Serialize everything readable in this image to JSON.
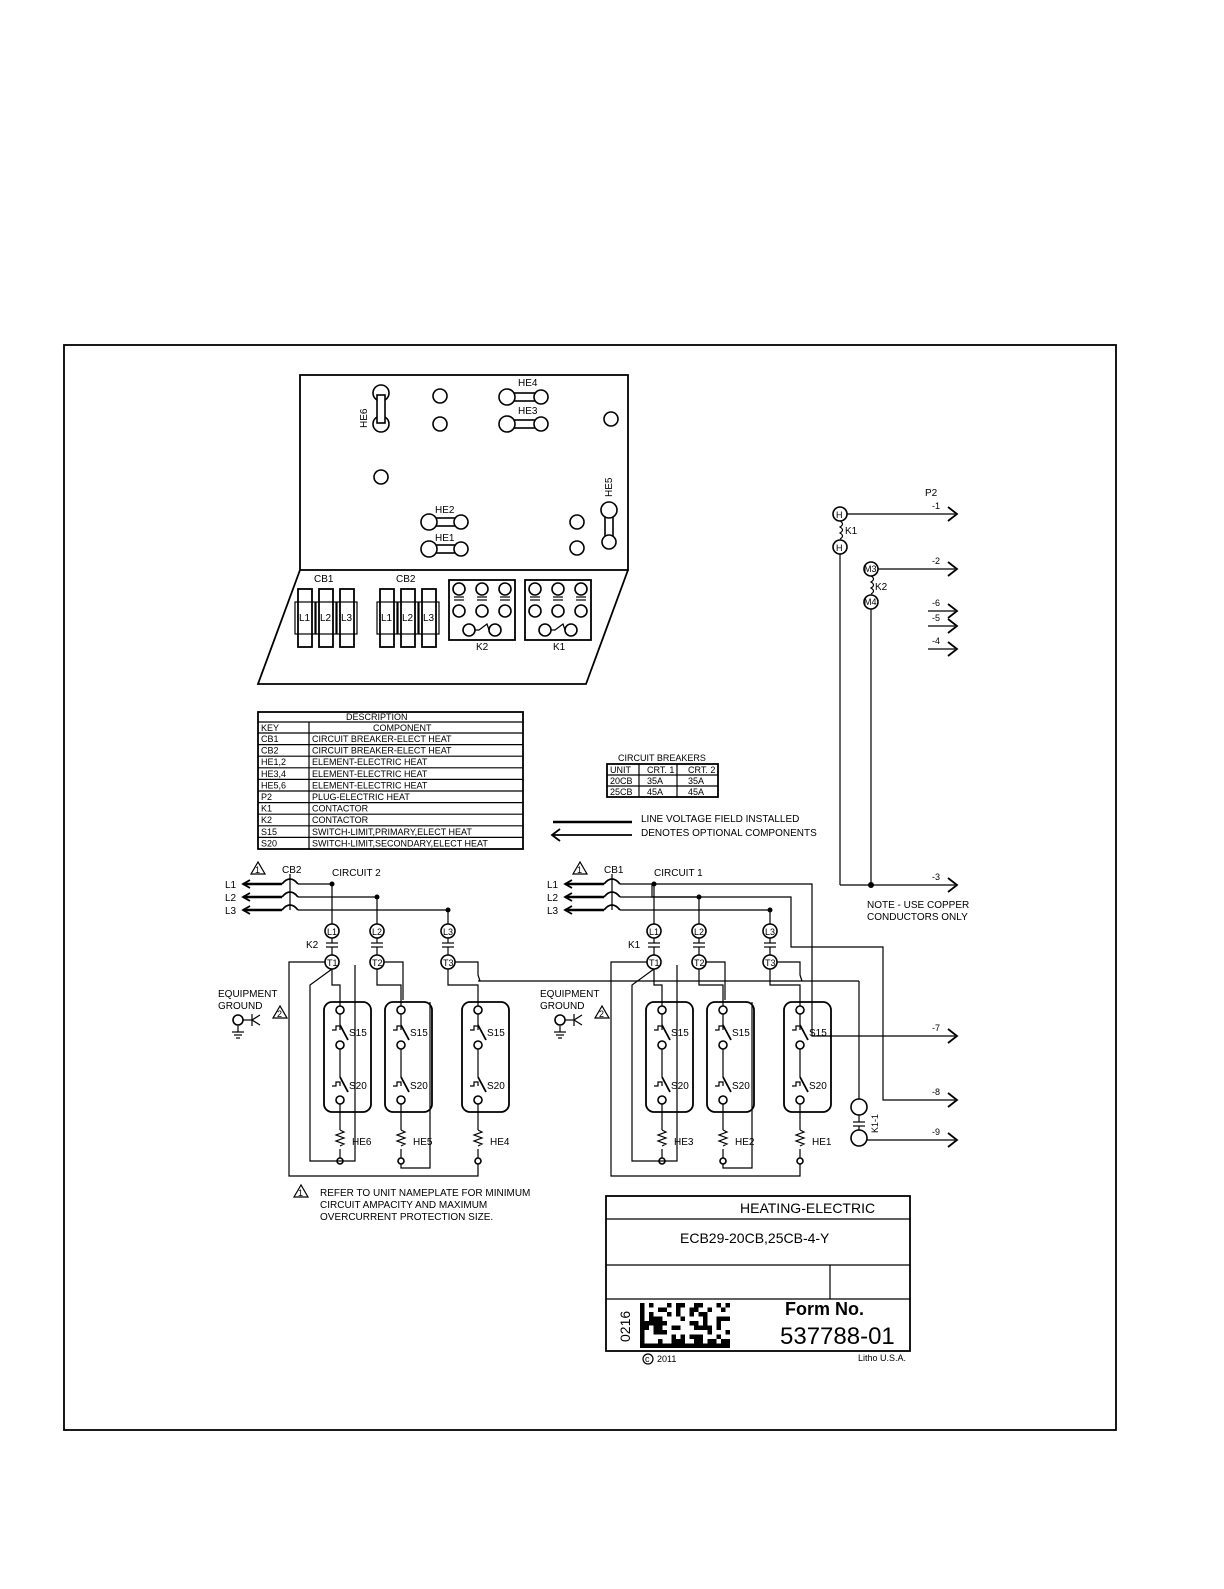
{
  "panel": {
    "heater_labels": [
      "HE6",
      "HE4",
      "HE3",
      "HE5",
      "HE2",
      "HE1"
    ],
    "breaker_labels": [
      "CB1",
      "CB2"
    ],
    "phase_labels": [
      "L1",
      "L2",
      "L3"
    ],
    "contactor_labels": [
      "K2",
      "K1"
    ]
  },
  "description_table": {
    "title": "DESCRIPTION",
    "headers": [
      "KEY",
      "COMPONENT"
    ],
    "rows": [
      [
        "CB1",
        "CIRCUIT BREAKER-ELECT HEAT"
      ],
      [
        "CB2",
        "CIRCUIT BREAKER-ELECT HEAT"
      ],
      [
        "HE1,2",
        "ELEMENT-ELECTRIC HEAT"
      ],
      [
        "HE3,4",
        "ELEMENT-ELECTRIC HEAT"
      ],
      [
        "HE5,6",
        "ELEMENT-ELECTRIC HEAT"
      ],
      [
        "P2",
        "PLUG-ELECTRIC HEAT"
      ],
      [
        "K1",
        "CONTACTOR"
      ],
      [
        "K2",
        "CONTACTOR"
      ],
      [
        "S15",
        "SWITCH-LIMIT,PRIMARY,ELECT HEAT"
      ],
      [
        "S20",
        "SWITCH-LIMIT,SECONDARY,ELECT HEAT"
      ]
    ]
  },
  "breaker_table": {
    "title": "CIRCUIT BREAKERS",
    "headers": [
      "UNIT",
      "CRT. 1",
      "CRT. 2"
    ],
    "rows": [
      [
        "20CB",
        "35A",
        "35A"
      ],
      [
        "25CB",
        "45A",
        "45A"
      ]
    ]
  },
  "legend": {
    "line_voltage": "LINE VOLTAGE FIELD INSTALLED",
    "optional": "DENOTES OPTIONAL COMPONENTS"
  },
  "plug": {
    "label": "P2",
    "pins": [
      "-1",
      "-2",
      "-6",
      "-5",
      "-4",
      "-3",
      "-7",
      "-8",
      "-9"
    ],
    "relay_k1": {
      "label": "K1",
      "terminals": [
        "H",
        "H"
      ]
    },
    "relay_k2": {
      "label": "K2",
      "terminals": [
        "M3",
        "M4"
      ]
    },
    "aux_contact": "K1-1"
  },
  "note": [
    "NOTE - USE COPPER",
    "CONDUCTORS ONLY"
  ],
  "circuit2": {
    "title": "CIRCUIT 2",
    "breaker": "CB2",
    "contactor": "K2",
    "lines": [
      "L1",
      "L2",
      "L3"
    ],
    "terminals": [
      "T1",
      "T2",
      "T3"
    ],
    "heaters": [
      "HE6",
      "HE5",
      "HE4"
    ]
  },
  "circuit1": {
    "title": "CIRCUIT 1",
    "breaker": "CB1",
    "contactor": "K1",
    "lines": [
      "L1",
      "L2",
      "L3"
    ],
    "terminals": [
      "T1",
      "T2",
      "T3"
    ],
    "heaters": [
      "HE3",
      "HE2",
      "HE1"
    ]
  },
  "limit_switches": {
    "primary": "S15",
    "secondary": "S20"
  },
  "ground": {
    "line1": "EQUIPMENT",
    "line2": "GROUND"
  },
  "footnote": [
    "REFER TO UNIT NAMEPLATE FOR MINIMUM",
    "CIRCUIT AMPACITY AND MAXIMUM",
    "OVERCURRENT PROTECTION SIZE."
  ],
  "title_block": {
    "title": "HEATING-ELECTRIC",
    "model": "ECB29-20CB,25CB-4-Y",
    "date_code": "0216",
    "form_label": "Form No.",
    "form_number": "537788-01",
    "copyright": "2011",
    "litho": "Litho U.S.A."
  }
}
